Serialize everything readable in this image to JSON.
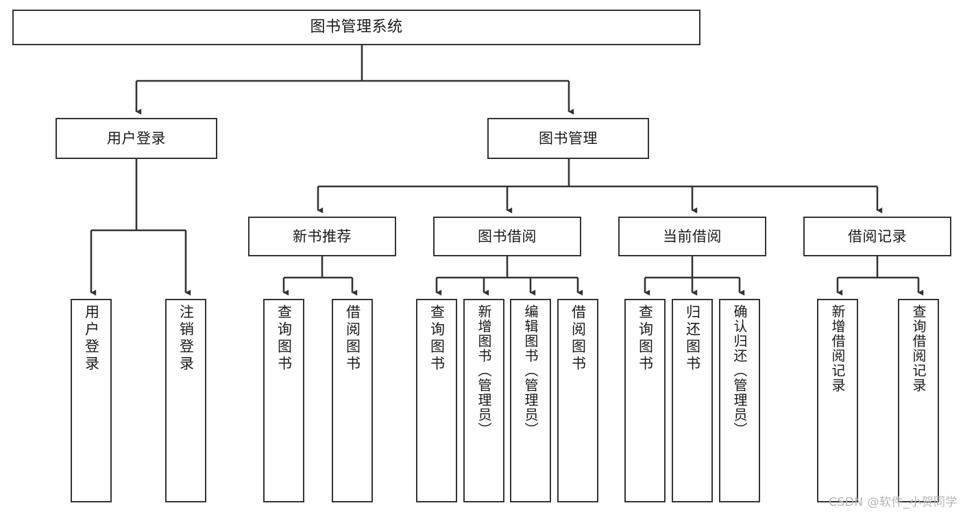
{
  "diagram": {
    "title": "图书管理系统",
    "type": "hierarchy-tree",
    "watermark": "CSDN @软件_小贺同学",
    "colors": {
      "background": "#ffffff",
      "box_border": "#333333",
      "box_fill": "#ffffff",
      "edge": "#333333",
      "text": "#1a1a1a",
      "watermark": "#b5b5b5"
    },
    "levels": {
      "root": {
        "label": "图书管理系统"
      },
      "level1": [
        {
          "label": "用户登录"
        },
        {
          "label": "图书管理"
        }
      ],
      "level2": [
        {
          "label": "新书推荐"
        },
        {
          "label": "图书借阅"
        },
        {
          "label": "当前借阅"
        },
        {
          "label": "借阅记录"
        }
      ],
      "leaves": {
        "user_login": [
          {
            "label": "用户登录"
          },
          {
            "label": "注销登录"
          }
        ],
        "new_book_recommend": [
          {
            "label": "查询图书"
          },
          {
            "label": "借阅图书"
          }
        ],
        "book_borrow": [
          {
            "label": "查询图书"
          },
          {
            "label": "新增图书（管理员）"
          },
          {
            "label": "编辑图书（管理员）"
          },
          {
            "label": "借阅图书"
          }
        ],
        "current_borrow": [
          {
            "label": "查询图书"
          },
          {
            "label": "归还图书"
          },
          {
            "label": "确认归还（管理员）"
          }
        ],
        "borrow_record": [
          {
            "label": "新增借阅记录"
          },
          {
            "label": "查询借阅记录"
          }
        ]
      }
    }
  }
}
